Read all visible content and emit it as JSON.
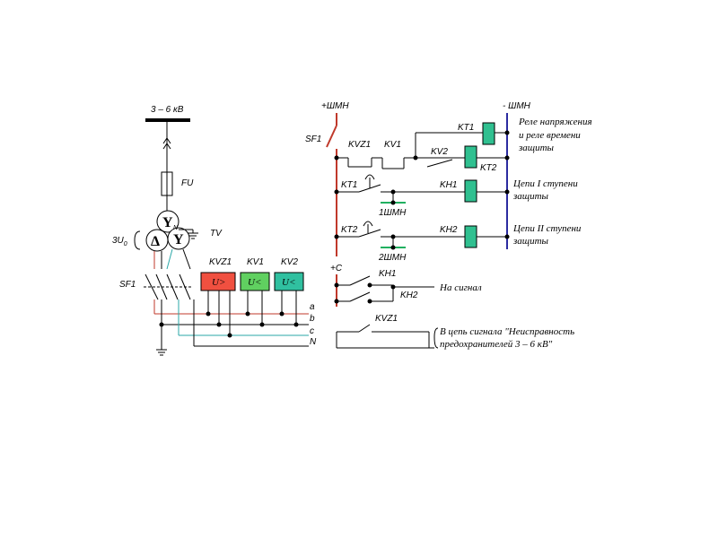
{
  "colors": {
    "red_bus": "#c0392b",
    "blue_bus": "#2c2ca0",
    "phase_c": "#2aa7a7",
    "relay_kvz1": "#f05040",
    "relay_kv1": "#60d060",
    "relay_kv2": "#30c0a0",
    "coil": "#30c090",
    "shmn_bar": "#20b060"
  },
  "left": {
    "voltage_label": "3 – 6 кВ",
    "fuse_label": "FU",
    "tv_label": "TV",
    "u0_label_main": "3U",
    "u0_label_sub": "0",
    "yn_symbol": "Y",
    "yn_sub": "N",
    "y_symbol": "Y",
    "delta_symbol": "Δ",
    "sf1_label": "SF1",
    "relay_labels": [
      "KVZ1",
      "KV1",
      "KV2"
    ],
    "relay_texts": [
      "U>",
      "U<",
      "U<"
    ],
    "bus_labels": [
      "a",
      "b",
      "c",
      "N"
    ]
  },
  "right": {
    "plus_shmn": "+ШМН",
    "minus_shmn": "- ШМН",
    "sf1_label": "SF1",
    "kt1_top": "KT1",
    "kvz1": "KVZ1",
    "kv1": "KV1",
    "kv2": "KV2",
    "kt2": "KT2",
    "kt1_contact": "KT1",
    "kh1": "KH1",
    "shmn1": "1ШМН",
    "kt2_contact": "KT2",
    "kh2": "KH2",
    "shmn2": "2ШМН",
    "desc1_line1": "Реле напряжения",
    "desc1_line2": "и реле времени",
    "desc1_line3": "защиты",
    "desc2_line1": "Цепи I ступени",
    "desc2_line2": "защиты",
    "desc3_line1": "Цепи II ступени",
    "desc3_line2": "защиты"
  },
  "signal": {
    "plus_c": "+С",
    "kh1": "KH1",
    "kh2": "KH2",
    "to_signal": "На сигнал",
    "kvz1": "KVZ1",
    "fault_line1": "В цепь сигнала \"Неисправность",
    "fault_line2": "предохранителей 3 – 6 кВ\""
  }
}
